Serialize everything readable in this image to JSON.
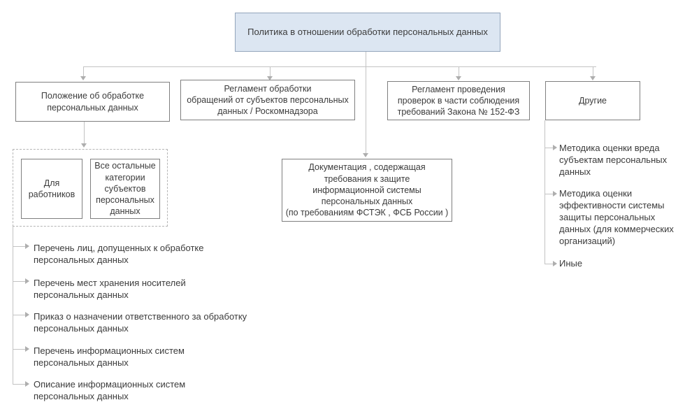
{
  "diagram": {
    "title_node": {
      "label": "Политика в отношении обработки персональных данных"
    },
    "branches": [
      {
        "label": "Положение об обработке\nперсональных данных"
      },
      {
        "label": "Регламент обработки\nобращений от субъектов персональных\nданных / Роскомнадзора"
      },
      {
        "label": "Регламент проведения\nпроверок в части соблюдения\nтребований Закона № 152-ФЗ"
      },
      {
        "label": "Другие"
      }
    ],
    "subject_categories": {
      "for_employees": "Для\nработников",
      "other_categories": "Все остальные\nкатегории\nсубъектов\nперсональных\nданных"
    },
    "documentation": {
      "label": "Документация , содержащая\nтребования к защите\nинформационной системы\nперсональных данных\n(по требованиям ФСТЭК , ФСБ России )"
    },
    "left_documents": [
      "Перечень лиц, допущенных к обработке\nперсональных данных",
      "Перечень мест хранения носителей\nперсональных данных",
      "Приказ о назначении ответственного за обработку\nперсональных данных",
      "Перечень информационных систем\nперсональных данных",
      "Описание информационных систем\nперсональных данных"
    ],
    "right_documents": [
      "Методика оценки вреда\nсубъектам персональных\nданных",
      "Методика оценки\nэффективности системы\nзащиты персональных\nданных (для коммерческих\nорганизаций)",
      "Иные"
    ],
    "colors": {
      "root_fill": "#dce6f2",
      "root_border": "#93a5bb",
      "box_border": "#7f7f7f",
      "dashed_border": "#b5b5b5",
      "connector": "#c3c3c3",
      "arrow": "#aeaeae",
      "text": "#3b3b3b"
    }
  }
}
